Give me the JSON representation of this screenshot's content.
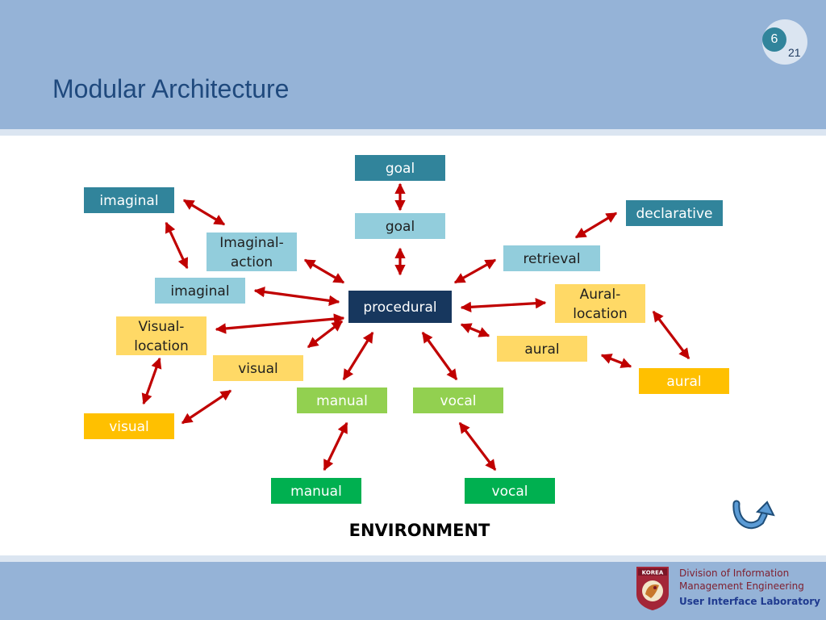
{
  "slide": {
    "title": "Modular Architecture",
    "page_current": "6",
    "page_total": "21"
  },
  "diagram": {
    "nodes": [
      {
        "id": "goal-top",
        "label": "goal",
        "color": "dark-teal"
      },
      {
        "id": "goal",
        "label": "goal",
        "color": "light-blue"
      },
      {
        "id": "imaginal-top",
        "label": "imaginal",
        "color": "dark-teal"
      },
      {
        "id": "declarative",
        "label": "declarative",
        "color": "dark-teal"
      },
      {
        "id": "imaginal-action",
        "label": [
          "Imaginal-",
          "action"
        ],
        "color": "light-blue"
      },
      {
        "id": "retrieval",
        "label": "retrieval",
        "color": "light-blue"
      },
      {
        "id": "imaginal",
        "label": "imaginal",
        "color": "light-blue"
      },
      {
        "id": "procedural",
        "label": "procedural",
        "color": "navy"
      },
      {
        "id": "aural-location",
        "label": [
          "Aural-",
          "location"
        ],
        "color": "light-yellow"
      },
      {
        "id": "visual-location",
        "label": [
          "Visual-",
          "location"
        ],
        "color": "light-yellow"
      },
      {
        "id": "aural-buffer",
        "label": "aural",
        "color": "light-yellow"
      },
      {
        "id": "visual-buffer",
        "label": "visual",
        "color": "light-yellow"
      },
      {
        "id": "aural-module",
        "label": "aural",
        "color": "gold"
      },
      {
        "id": "manual-buffer",
        "label": "manual",
        "color": "light-green"
      },
      {
        "id": "vocal-buffer",
        "label": "vocal",
        "color": "light-green"
      },
      {
        "id": "visual-module",
        "label": "visual",
        "color": "gold"
      },
      {
        "id": "manual-module",
        "label": "manual",
        "color": "green"
      },
      {
        "id": "vocal-module",
        "label": "vocal",
        "color": "green"
      }
    ],
    "edges": [
      {
        "from": "goal-top",
        "to": "goal",
        "type": "bidirectional"
      },
      {
        "from": "goal",
        "to": "procedural",
        "type": "bidirectional"
      },
      {
        "from": "imaginal-top",
        "to": "imaginal-action",
        "type": "bidirectional"
      },
      {
        "from": "imaginal-top",
        "to": "imaginal",
        "type": "bidirectional"
      },
      {
        "from": "imaginal-action",
        "to": "procedural",
        "type": "bidirectional"
      },
      {
        "from": "imaginal",
        "to": "procedural",
        "type": "bidirectional"
      },
      {
        "from": "declarative",
        "to": "retrieval",
        "type": "bidirectional"
      },
      {
        "from": "retrieval",
        "to": "procedural",
        "type": "bidirectional"
      },
      {
        "from": "procedural",
        "to": "aural-location",
        "type": "bidirectional"
      },
      {
        "from": "procedural",
        "to": "aural-buffer",
        "type": "bidirectional"
      },
      {
        "from": "aural-location",
        "to": "aural-module",
        "type": "bidirectional"
      },
      {
        "from": "aural-buffer",
        "to": "aural-module",
        "type": "bidirectional"
      },
      {
        "from": "procedural",
        "to": "visual-location",
        "type": "bidirectional"
      },
      {
        "from": "procedural",
        "to": "visual-buffer",
        "type": "bidirectional"
      },
      {
        "from": "visual-location",
        "to": "visual-module",
        "type": "bidirectional"
      },
      {
        "from": "visual-buffer",
        "to": "visual-module",
        "type": "bidirectional"
      },
      {
        "from": "procedural",
        "to": "manual-buffer",
        "type": "bidirectional"
      },
      {
        "from": "procedural",
        "to": "vocal-buffer",
        "type": "bidirectional"
      },
      {
        "from": "manual-buffer",
        "to": "manual-module",
        "type": "bidirectional"
      },
      {
        "from": "vocal-buffer",
        "to": "vocal-module",
        "type": "bidirectional"
      }
    ],
    "environment_label": "ENVIRONMENT"
  },
  "colors": {
    "dark-teal": "#31849b",
    "light-blue": "#92cddc",
    "navy": "#17375e",
    "light-yellow": "#ffd966",
    "gold": "#ffc000",
    "light-green": "#92d050",
    "green": "#00b050",
    "arrow": "#c00000",
    "header": "#95b3d7",
    "title": "#1f497d"
  },
  "footer": {
    "logo_text": "KOREA",
    "department_line1": "Division of Information",
    "department_line2": "Management Engineering",
    "lab_name": "User Interface Laboratory"
  },
  "icons": {
    "next": "u-turn-arrow-icon"
  }
}
